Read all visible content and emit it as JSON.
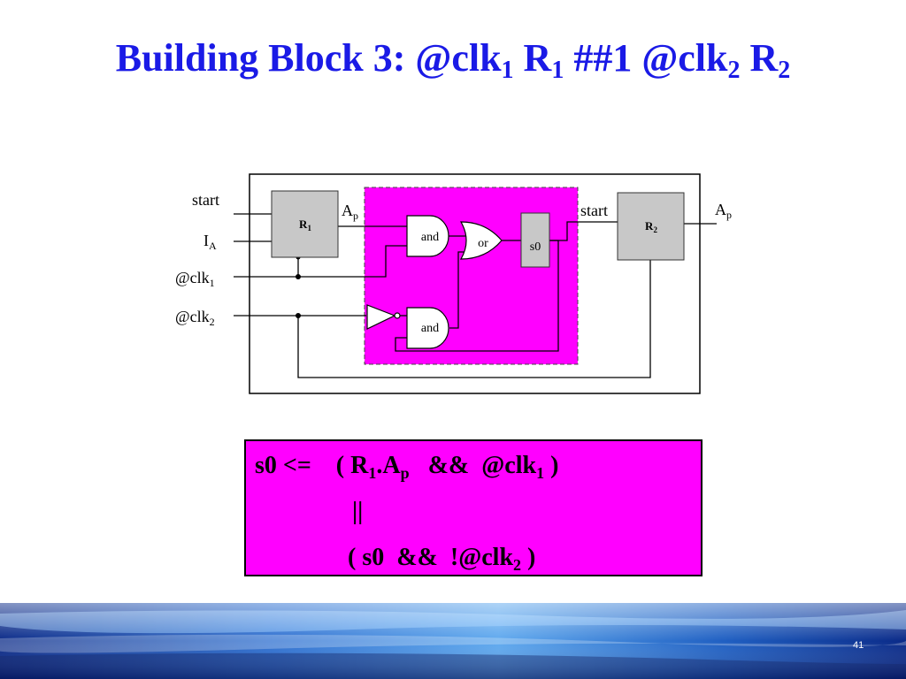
{
  "title": {
    "prefix": "Building Block 3: @clk",
    "sub1": "1",
    "r1": " R",
    "sub2": "1",
    "mid": " ##1 @clk",
    "sub3": "2",
    "r2": " R",
    "sub4": "2"
  },
  "diagram": {
    "inputs": {
      "start": "start",
      "ia": "I",
      "ia_sub": "A",
      "clk1": "@clk",
      "clk1_sub": "1",
      "clk2": "@clk",
      "clk2_sub": "2"
    },
    "r1": {
      "label": "R",
      "sub": "1",
      "out": "A",
      "out_sub": "p"
    },
    "r2": {
      "label": "R",
      "sub": "2",
      "in": "start",
      "out": "A",
      "out_sub": "p"
    },
    "gates": {
      "and_top": "and",
      "or": "or",
      "and_bottom": "and",
      "state": "s0"
    },
    "highlight_color": "#ff00ff"
  },
  "equation": {
    "line1": {
      "a": "s0 <=    ( R",
      "a_sub": "1",
      "b": ".A",
      "b_sub": "p",
      "c": "   &&  @clk",
      "c_sub": "1",
      "d": " )"
    },
    "line2": "||",
    "line3": {
      "a": "( s0  &&  !@clk",
      "a_sub": "2",
      "b": " )"
    }
  },
  "slide_number": "41"
}
